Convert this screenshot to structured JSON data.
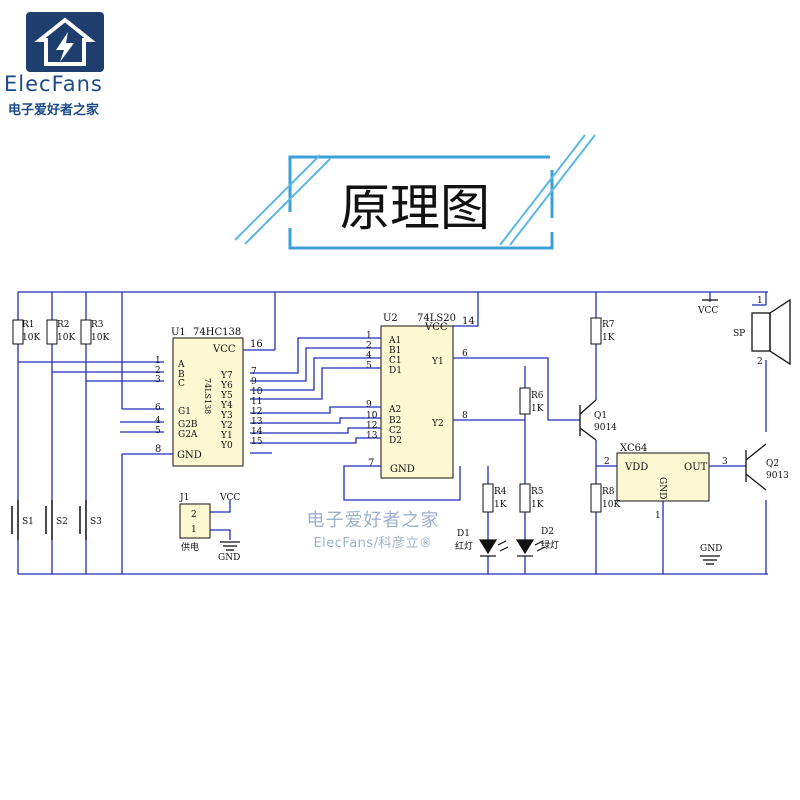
{
  "brand": {
    "name": "ElecFans",
    "subtitle": "电子爱好者之家",
    "icon": "house-lightning-icon",
    "color": "#1c4a87"
  },
  "title": "原理图",
  "watermark": {
    "line1": "电子爱好者之家",
    "line2": "ElecFans/科彦立®"
  },
  "colors": {
    "wire": "#1f2fb8",
    "component": "#111111",
    "chip_fill": "#fbf8d2",
    "frame": "#3ba0d8"
  },
  "schematic": {
    "u1": {
      "ref": "U1",
      "part": "74HC138",
      "side_label": "74LS138",
      "vcc": "VCC",
      "vcc_pin": "16",
      "gnd": "GND",
      "gnd_pin": "8",
      "inputs": [
        {
          "pin": "1",
          "name": "A"
        },
        {
          "pin": "2",
          "name": "B"
        },
        {
          "pin": "3",
          "name": "C"
        },
        {
          "pin": "6",
          "name": "G1"
        },
        {
          "pin": "4",
          "name": "G2B"
        },
        {
          "pin": "5",
          "name": "G2A"
        }
      ],
      "outputs": [
        {
          "pin": "7",
          "name": "Y7"
        },
        {
          "pin": "9",
          "name": "Y6"
        },
        {
          "pin": "10",
          "name": "Y5"
        },
        {
          "pin": "11",
          "name": "Y4"
        },
        {
          "pin": "12",
          "name": "Y3"
        },
        {
          "pin": "13",
          "name": "Y2"
        },
        {
          "pin": "14",
          "name": "Y1"
        },
        {
          "pin": "15",
          "name": "Y0"
        }
      ]
    },
    "u2": {
      "ref": "U2",
      "part": "74LS20",
      "vcc": "VCC",
      "vcc_pin": "14",
      "gnd": "GND",
      "gnd_pin": "7",
      "inputs": [
        {
          "pin": "1",
          "name": "A1"
        },
        {
          "pin": "2",
          "name": "B1"
        },
        {
          "pin": "4",
          "name": "C1"
        },
        {
          "pin": "5",
          "name": "D1"
        },
        {
          "pin": "9",
          "name": "A2"
        },
        {
          "pin": "10",
          "name": "B2"
        },
        {
          "pin": "12",
          "name": "C2"
        },
        {
          "pin": "13",
          "name": "D2"
        }
      ],
      "outputs": [
        {
          "pin": "6",
          "name": "Y1"
        },
        {
          "pin": "8",
          "name": "Y2"
        }
      ]
    },
    "xc64": {
      "ref": "XC64",
      "vdd": "VDD",
      "out": "OUT",
      "gnd": "GND",
      "pin_vdd": "2",
      "pin_out": "3",
      "pin_gnd": "1"
    },
    "resistors": [
      {
        "ref": "R1",
        "value": "10K"
      },
      {
        "ref": "R2",
        "value": "10K"
      },
      {
        "ref": "R3",
        "value": "10K"
      },
      {
        "ref": "R4",
        "value": "1K"
      },
      {
        "ref": "R5",
        "value": "1K"
      },
      {
        "ref": "R6",
        "value": "1K"
      },
      {
        "ref": "R7",
        "value": "1K"
      },
      {
        "ref": "R8",
        "value": "10K"
      }
    ],
    "switches": [
      "S1",
      "S2",
      "S3"
    ],
    "transistors": [
      {
        "ref": "Q1",
        "part": "9014"
      },
      {
        "ref": "Q2",
        "part": "9013"
      }
    ],
    "leds": [
      {
        "ref": "D1",
        "label": "红灯"
      },
      {
        "ref": "D2",
        "label": "绿灯"
      }
    ],
    "connector": {
      "ref": "J1",
      "label": "供电",
      "pin2": "2",
      "pin1": "1",
      "vcc": "VCC",
      "gnd": "GND"
    },
    "speaker": {
      "ref": "SP",
      "pin1": "1",
      "pin2": "2",
      "vcc": "VCC"
    },
    "gnd_label": "GND"
  }
}
